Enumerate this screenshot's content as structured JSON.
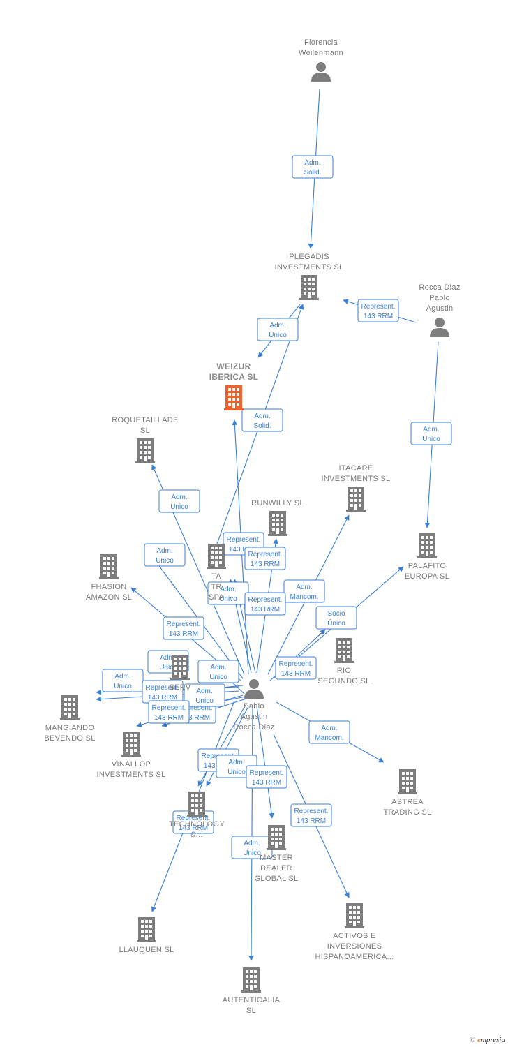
{
  "colors": {
    "edge": "#3a7fd5",
    "company": "#7d7d7d",
    "focus": "#f0602c",
    "person": "#7d7d7d"
  },
  "footer": {
    "copyright": "©",
    "brand_initial": "e",
    "brand_rest": "mpresia"
  },
  "nodes": [
    {
      "id": "florencia",
      "type": "person",
      "lines": [
        "Florencia",
        "Weilenmann"
      ]
    },
    {
      "id": "plegadis",
      "type": "company",
      "lines": [
        "PLEGADIS",
        "INVESTMENTS SL"
      ]
    },
    {
      "id": "rocca_diaz",
      "type": "person",
      "lines": [
        "Rocca Diaz",
        "Pablo",
        "Agustin"
      ]
    },
    {
      "id": "weizur",
      "type": "focus",
      "lines": [
        "WEIZUR",
        "IBERICA  SL"
      ]
    },
    {
      "id": "roquetaillade",
      "type": "company",
      "lines": [
        "ROQUETAILLADE",
        "SL"
      ]
    },
    {
      "id": "itacare",
      "type": "company",
      "lines": [
        "ITACARE",
        "INVESTMENTS SL"
      ]
    },
    {
      "id": "runwilly",
      "type": "company",
      "lines": [
        "RUNWILLY  SL"
      ]
    },
    {
      "id": "palafito",
      "type": "company",
      "lines": [
        "PALAFITO",
        "EUROPA  SL"
      ]
    },
    {
      "id": "fhasion",
      "type": "company",
      "lines": [
        "FHASION",
        "AMAZON  SL"
      ]
    },
    {
      "id": "ta_trade",
      "type": "company",
      "lines": [
        "TA",
        "TR",
        "SPA"
      ]
    },
    {
      "id": "rio_segundo",
      "type": "company",
      "lines": [
        "RIO",
        "SEGUNDO  SL"
      ]
    },
    {
      "id": "serv",
      "type": "company",
      "lines": [
        "SERV"
      ]
    },
    {
      "id": "pablo",
      "type": "person",
      "lines": [
        "Pablo",
        "Agustin",
        "Rocca Diaz"
      ]
    },
    {
      "id": "mangiando",
      "type": "company",
      "lines": [
        "MANGIANDO",
        "BEVENDO  SL"
      ]
    },
    {
      "id": "vinallop",
      "type": "company",
      "lines": [
        "VINALLOP",
        "INVESTMENTS SL"
      ]
    },
    {
      "id": "astrea",
      "type": "company",
      "lines": [
        "ASTREA",
        "TRADING SL"
      ]
    },
    {
      "id": "technology",
      "type": "company",
      "lines": [
        "TECHNOLOGY",
        "&..."
      ]
    },
    {
      "id": "master_dealer",
      "type": "company",
      "lines": [
        "MASTER",
        "DEALER",
        "GLOBAL  SL"
      ]
    },
    {
      "id": "llauquen",
      "type": "company",
      "lines": [
        "LLAUQUEN SL"
      ]
    },
    {
      "id": "activos",
      "type": "company",
      "lines": [
        "ACTIVOS E",
        "INVERSIONES",
        "HISPANOAMERICA..."
      ]
    },
    {
      "id": "autenticalia",
      "type": "company",
      "lines": [
        "AUTENTICALIA",
        "SL"
      ]
    }
  ],
  "edges": [
    {
      "from": "florencia",
      "to": "plegadis",
      "label": [
        "Adm.",
        "Solid."
      ]
    },
    {
      "from": "rocca_diaz",
      "to": "plegadis",
      "label": [
        "Represent.",
        "143 RRM"
      ]
    },
    {
      "from": "rocca_diaz",
      "to": "palafito",
      "label": [
        "Adm.",
        "Unico"
      ]
    },
    {
      "from": "plegadis",
      "to": "weizur",
      "label": [
        "Adm.",
        "Unico"
      ]
    },
    {
      "from": "pablo",
      "to": "plegadis",
      "label": [
        "Adm.",
        "Solid."
      ]
    },
    {
      "from": "pablo",
      "to": "weizur",
      "label": [
        "Represent.",
        "143 RRM"
      ]
    },
    {
      "from": "pablo",
      "to": "roquetaillade",
      "label": [
        "Adm.",
        "Unico"
      ]
    },
    {
      "from": "pablo",
      "to": "runwilly",
      "label": [
        "Represent.",
        "143 RRM"
      ]
    },
    {
      "from": "pablo",
      "to": "itacare",
      "label": [
        "Adm.",
        "Mancom."
      ]
    },
    {
      "from": "pablo",
      "to": "palafito",
      "label": [
        "Socio",
        "Único"
      ]
    },
    {
      "from": "pablo",
      "to": "fhasion",
      "label": [
        "Adm.",
        "Unico"
      ]
    },
    {
      "from": "pablo",
      "to": "fhasion",
      "label": [
        "Represent.",
        "143 RRM"
      ]
    },
    {
      "from": "pablo",
      "to": "ta_trade",
      "label": [
        "Adm.",
        "Unico"
      ]
    },
    {
      "from": "pablo",
      "to": "ta_trade",
      "label": [
        "Represent.",
        "143 RRM"
      ]
    },
    {
      "from": "pablo",
      "to": "rio_segundo",
      "label": [
        "Represent.",
        "143 RRM"
      ]
    },
    {
      "from": "pablo",
      "to": "serv",
      "label": [
        "Adm.",
        "Unico"
      ]
    },
    {
      "from": "pablo",
      "to": "mangiando",
      "label": [
        "Adm.",
        "Unico"
      ]
    },
    {
      "from": "pablo",
      "to": "mangiando",
      "label": [
        "Represent.",
        "143 RRM"
      ]
    },
    {
      "from": "pablo",
      "to": "vinallop",
      "label": [
        "Represent.",
        "143 RRM"
      ]
    },
    {
      "from": "pablo",
      "to": "serv",
      "label": [
        "Adm.",
        "Unico"
      ]
    },
    {
      "from": "pablo",
      "to": "serv",
      "label": [
        "Adm.",
        "Unico"
      ]
    },
    {
      "from": "pablo",
      "to": "serv",
      "label": [
        "Represent.",
        "143 RRM"
      ]
    },
    {
      "from": "pablo",
      "to": "astrea",
      "label": [
        "Adm.",
        "Mancom."
      ]
    },
    {
      "from": "pablo",
      "to": "technology",
      "label": [
        "Represent.",
        "143 RRM"
      ]
    },
    {
      "from": "pablo",
      "to": "technology",
      "label": [
        "Adm.",
        "Unico"
      ]
    },
    {
      "from": "pablo",
      "to": "master_dealer",
      "label": [
        "Represent.",
        "143 RRM"
      ]
    },
    {
      "from": "pablo",
      "to": "llauquen",
      "label": [
        "Represent.",
        "143 RRM"
      ]
    },
    {
      "from": "pablo",
      "to": "activos",
      "label": [
        "Represent.",
        "143 RRM"
      ]
    },
    {
      "from": "pablo",
      "to": "autenticalia",
      "label": [
        "Adm.",
        "Unico"
      ]
    }
  ]
}
